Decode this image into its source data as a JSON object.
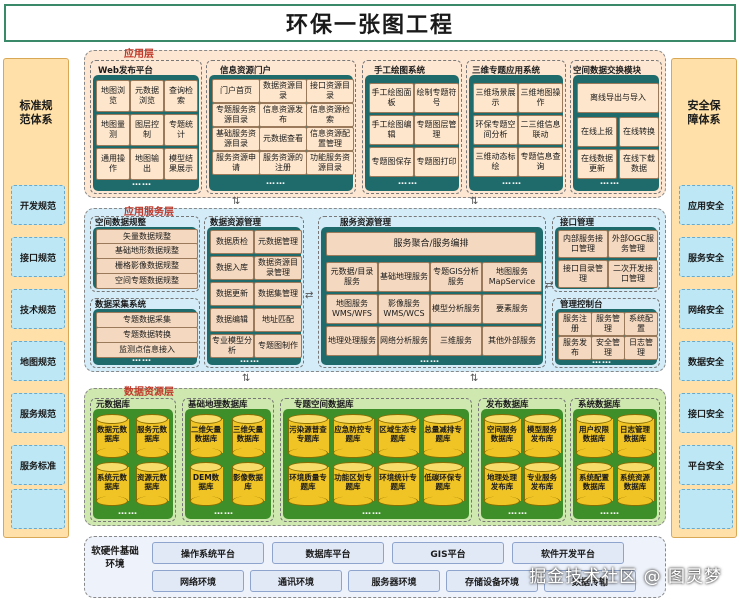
{
  "title": "环保一张图工程",
  "left_panel": {
    "title": "标准规范体系",
    "items": [
      "开发规范",
      "接口规范",
      "技术规范",
      "地图规范",
      "服务规范",
      "服务标准",
      ""
    ]
  },
  "right_panel": {
    "title": "安全保障体系",
    "items": [
      "应用安全",
      "服务安全",
      "网络安全",
      "数据安全",
      "接口安全",
      "平台安全",
      ""
    ]
  },
  "layers": {
    "app": "应用层",
    "service": "应用服务层",
    "resource": "数据资源层",
    "infra": "软硬件基础环境"
  },
  "app_groups": [
    {
      "title": "Web发布平台",
      "items": [
        "地图浏览",
        "元数据浏览",
        "查询检索",
        "地图量测",
        "图层控制",
        "专题统计",
        "通用操作",
        "地图输出",
        "模型结果展示"
      ],
      "more": "……"
    },
    {
      "title": "信息资源门户",
      "items": [
        "门户首页",
        "数据资源目录",
        "接口资源目录",
        "专题服务资源目录",
        "信息资源发布",
        "信息资源检索",
        "基础服务资源目录",
        "元数据查看",
        "信息资源配置管理",
        "服务资源申请",
        "服务资源的注册",
        "功能服务资源目录"
      ],
      "more": "……"
    },
    {
      "title": "手工绘图系统",
      "items": [
        "手工绘图面板",
        "绘制专题符号",
        "手工绘图编辑",
        "专题图层管理",
        "专题图保存",
        "专题图打印"
      ],
      "more": "……"
    },
    {
      "title": "三维专题应用系统",
      "items": [
        "三维场景展示",
        "三维地图操作",
        "环保专题空间分析",
        "二三维信息联动",
        "三维动态标绘",
        "专题信息查询"
      ],
      "more": "……"
    },
    {
      "title": "空间数据交换模块",
      "items": [
        "离线导出与导入",
        "在线上报",
        "在线转换",
        "在线数据更新",
        "在线下载数据"
      ],
      "more": "……"
    }
  ],
  "svc_groups": {
    "spatial_rules": {
      "title": "空间数据规整",
      "items": [
        "矢量数据规整",
        "基础地形数据规整",
        "栅格影像数据规整",
        "空间专题数据规整"
      ]
    },
    "collection": {
      "title": "数据采集系统",
      "items": [
        "专题数据采集",
        "专题数据转换",
        "监测点信息接入"
      ],
      "more": "……"
    },
    "data_mgmt": {
      "title": "数据资源管理",
      "items": [
        "数据质检",
        "元数据管理",
        "数据入库",
        "数据资源目录管理",
        "数据更新",
        "数据集管理",
        "数据编辑",
        "地址匹配",
        "专业模型分析",
        "专题图制作"
      ],
      "more": "……"
    },
    "svc_mgmt": {
      "title": "服务资源管理",
      "banner": "服务聚合/服务编排",
      "items": [
        "元数据/目录服务",
        "基础地理服务",
        "专题GIS分析服务",
        "地图服务MapService",
        "地图服务WMS/WFS",
        "影像服务WMS/WCS",
        "模型分析服务",
        "要素服务",
        "地理处理服务",
        "网络分析服务",
        "三维服务",
        "其他外部服务"
      ],
      "more": "……"
    },
    "interface": {
      "title": "接口管理",
      "items": [
        "内部服务接口管理",
        "外部OGC服务管理",
        "接口目录管理",
        "二次开发接口管理"
      ]
    },
    "console": {
      "title": "管理控制台",
      "items": [
        "服务注册",
        "服务管理",
        "系统配置",
        "服务发布",
        "安全管理",
        "日志管理"
      ],
      "more": "……"
    }
  },
  "db_groups": [
    {
      "title": "元数据库",
      "items": [
        "数据元数据库",
        "服务元数据库",
        "系统元数据库",
        "资源元数据库"
      ]
    },
    {
      "title": "基础地理数据库",
      "items": [
        "二维矢量数据库",
        "三维矢量数据库",
        "DEM数据库",
        "影像数据库"
      ]
    },
    {
      "title": "专题空间数据库",
      "items": [
        "污染源普查专题库",
        "应急防控专题库",
        "区域生态专题库",
        "总量减排专题库",
        "环境质量专题库",
        "功能区划专题库",
        "环境统计专题库",
        "低碳环保专题库"
      ]
    },
    {
      "title": "发布数据库",
      "items": [
        "空间服务数据库",
        "模型服务发布库",
        "地理处理发布库",
        "专业服务发布库"
      ]
    },
    {
      "title": "系统数据库",
      "items": [
        "用户权限数据库",
        "日志管理数据库",
        "系统配置数据库",
        "系统资源数据库"
      ]
    }
  ],
  "db_more": "……",
  "infra_items": [
    "操作系统平台",
    "数据库平台",
    "GIS平台",
    "软件开发平台",
    "网络环境",
    "通讯环境",
    "服务器环境",
    "存储设备环境",
    "数据传输"
  ],
  "watermark": "掘金技术社区 @ 图灵梦",
  "colors": {
    "app_bg": "#fde6d2",
    "svc_bg": "#d4ecf7",
    "db_bg": "#cfe8b0",
    "infra_bg": "#eef2fa",
    "side_bg": "#ffe0a8",
    "title_border": "#3a8a6a",
    "layer_label": "#c0392b"
  }
}
